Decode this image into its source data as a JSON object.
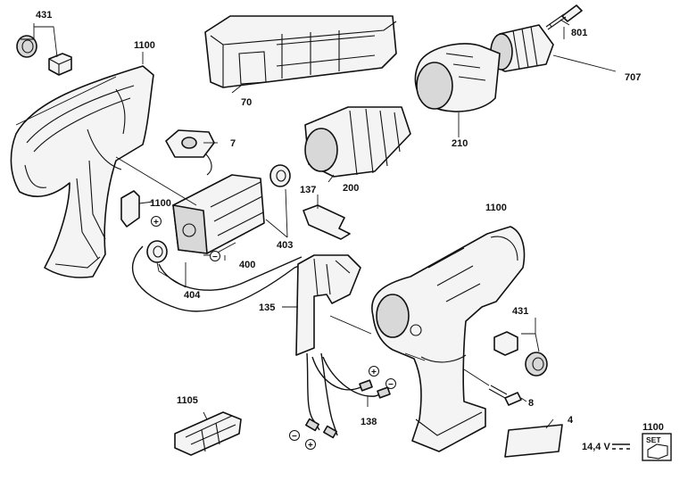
{
  "labels": {
    "p431a": "431",
    "p1100a": "1100",
    "p70": "70",
    "p801": "801",
    "p707": "707",
    "p7": "7",
    "p210": "210",
    "p200": "200",
    "p137": "137",
    "p1100b": "1100",
    "p1100c": "1100",
    "p403": "403",
    "p400": "400",
    "p404": "404",
    "p135": "135",
    "p431b": "431",
    "p8": "8",
    "p4": "4",
    "p138": "138",
    "p1105": "1105",
    "p1100d": "1100",
    "voltage": "14,4 V",
    "set": "SET"
  },
  "symbols": {
    "plus": "+",
    "minus": "−"
  }
}
